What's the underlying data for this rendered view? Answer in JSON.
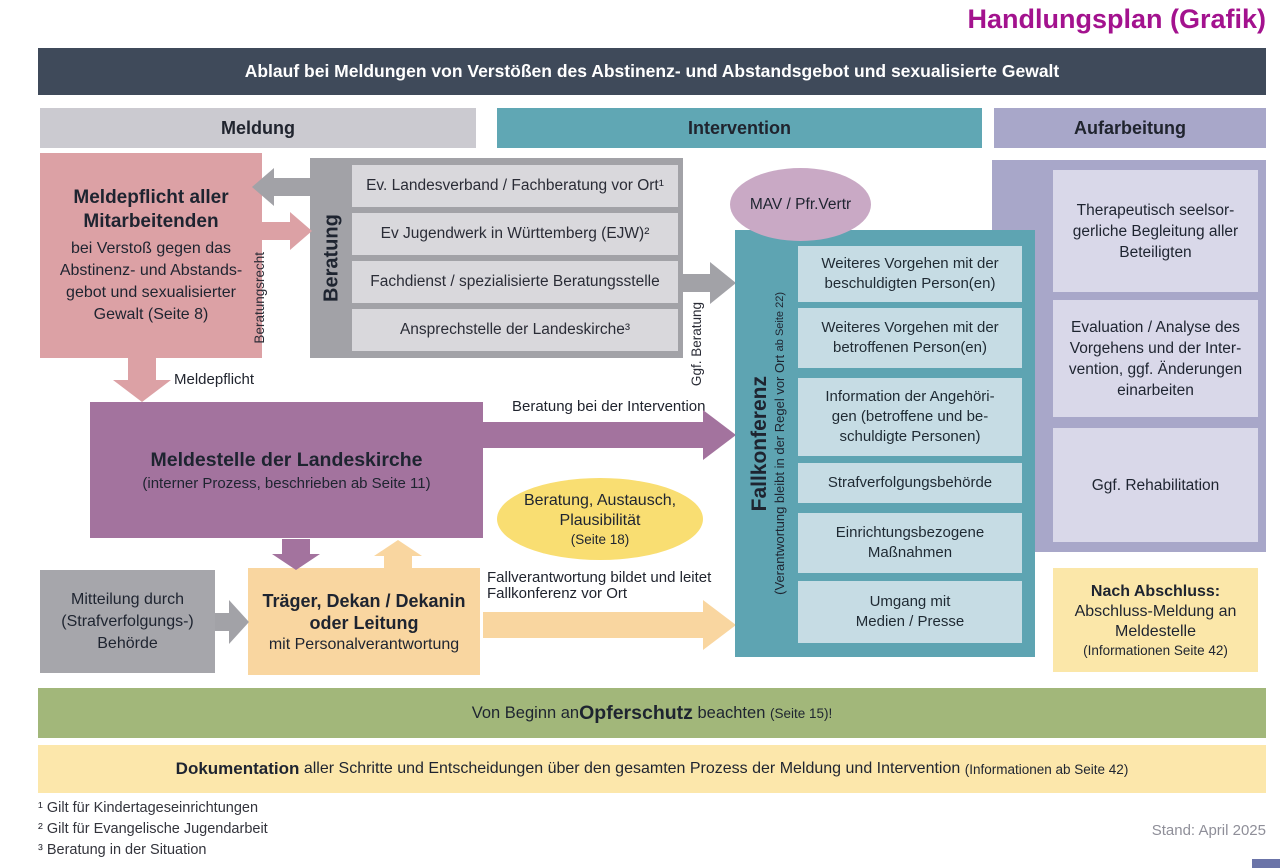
{
  "page": {
    "title": "Handlungsplan (Grafik)",
    "banner": "Ablauf bei Meldungen von Verstößen des Abstinenz- und Abstandsgebot und sexualisierte Gewalt",
    "stand": "Stand: April 2025"
  },
  "columns": {
    "meldung": "Meldung",
    "intervention": "Intervention",
    "aufarbeitung": "Aufarbeitung"
  },
  "meldung": {
    "meldepflicht_box": {
      "title": "Meldepflicht aller\nMitarbeitenden",
      "body": "bei Verstoß gegen das\nAbstinenz- und Abstands-\ngebot und sexualisierter\nGewalt (Seite 8)"
    },
    "beratung_panel": {
      "label": "Beratung",
      "items": [
        "Ev. Landesverband / Fachberatung vor Ort¹",
        "Ev Jugendwerk in Württemberg (EJW)²",
        "Fachdienst / spezialisierte Beratungsstelle",
        "Ansprechstelle der Landeskirche³"
      ]
    },
    "labels": {
      "beratungsrecht": "Beratungsrecht",
      "meldepflicht": "Meldepflicht",
      "ggf_beratung": "Ggf. Beratung"
    },
    "meldestelle_box": {
      "title": "Meldestelle der Landeskirche",
      "subtitle": "(interner Prozess, beschrieben ab Seite 11)"
    },
    "mitteilung_box": {
      "text": "Mitteilung durch\n(Strafverfolgungs-)\nBehörde"
    },
    "traeger_box": {
      "title": "Träger, Dekan / Dekanin\noder Leitung",
      "subtitle": "mit Personalverantwortung"
    }
  },
  "intervention": {
    "beratung_intervention_label": "Beratung bei der Intervention",
    "fallverantwortung_label": "Fallverantwortung  bildet  und  leitet\nFallkonferenz vor Ort",
    "plausibilitaet_ellipse": {
      "line1": "Beratung, Austausch,",
      "line2": "Plausibilität",
      "page": "(Seite 18)"
    },
    "mav_ellipse": "MAV / Pfr.Vertr",
    "fallkonferenz": {
      "title": "Fallkonferenz",
      "subtitle": "(Verantwortung bleibt in der Regel vor Ort ",
      "subtitle_small": "ab Seite 22)",
      "items": [
        "Weiteres Vorgehen mit der\nbeschuldigten Person(en)",
        "Weiteres Vorgehen mit der\nbetroffenen Person(en)",
        "Information der Angehöri-\ngen (betroffene und be-\nschuldigte Personen)",
        "Strafverfolgungsbehörde",
        "Einrichtungsbezogene\nMaßnahmen",
        "Umgang mit\nMedien / Presse"
      ]
    }
  },
  "aufarbeitung": {
    "items": [
      "Therapeutisch seelsor-\ngerliche Begleitung aller\nBeteiligten",
      "Evaluation / Analyse des\nVorgehens und der Inter-\nvention, ggf. Änderungen\neinarbeiten",
      "Ggf.  Rehabilitation"
    ],
    "nach_abschluss_box": {
      "title": "Nach Abschluss:",
      "body": "Abschluss-Meldung an\nMeldestelle",
      "info": "(Informationen Seite 42)"
    }
  },
  "opferschutz_bar": {
    "prefix": "Von Beginn an ",
    "bold": "Opferschutz",
    "suffix": " beachten ",
    "page": "(Seite 15)!"
  },
  "dokumentation_bar": {
    "bold": "Dokumentation",
    "text": " aller Schritte und Entscheidungen über den gesamten Prozess der Meldung und Intervention ",
    "info": "(Informationen ab Seite 42)"
  },
  "footnotes": [
    "¹ Gilt für Kindertageseinrichtungen",
    "² Gilt für Evangelische Jugendarbeit",
    "³ Beratung in der Situation"
  ],
  "colors": {
    "accent_magenta": "#a3128e",
    "header_dark": "#3f4a5a",
    "meldung_gray": "#cbcad0",
    "intervention_teal": "#60a7b4",
    "aufarbeitung_lavender": "#a8a7c9",
    "pink": "#dca1a5",
    "purple": "#a3739e",
    "orange": "#f9d6a0",
    "gray": "#a2a2a7",
    "yellow_ellipse": "#f9de72",
    "green_bar": "#a2b77a",
    "doc_yellow": "#fce7ab"
  }
}
